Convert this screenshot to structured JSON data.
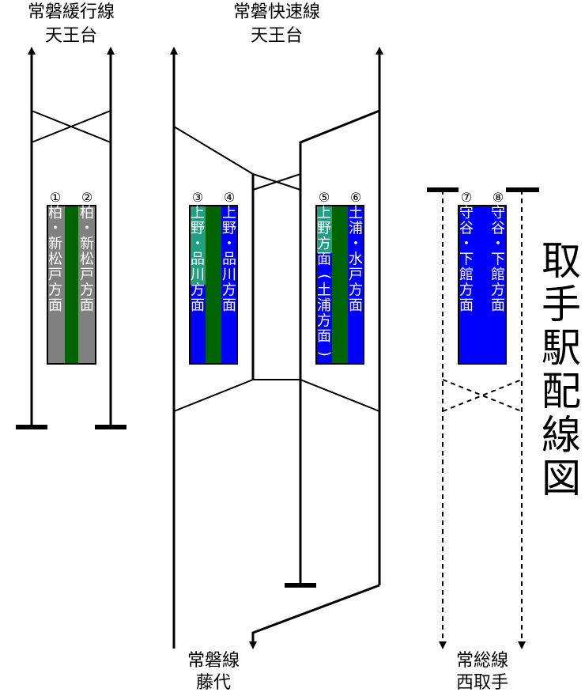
{
  "title": "取手駅配線図",
  "directions": {
    "slow_top": {
      "line1": "常磐緩行線",
      "line2": "天王台"
    },
    "rapid_top": {
      "line1": "常磐快速線",
      "line2": "天王台"
    },
    "joban_bottom": {
      "line1": "常磐線",
      "line2": "藤代"
    },
    "joso_bottom": {
      "line1": "常総線",
      "line2": "西取手"
    }
  },
  "platforms": [
    {
      "number": "①",
      "destination": "柏・新松戸方面",
      "color": "#808080"
    },
    {
      "number": "②",
      "destination": "柏・新松戸方面",
      "color": "#808080"
    },
    {
      "number": "③",
      "destination": "上野・品川方面",
      "color": "#20a080"
    },
    {
      "number": "④",
      "destination": "上野・品川方面",
      "color": "#0000ff"
    },
    {
      "number": "⑤",
      "destination": "上野方面(土浦方面)",
      "color": "#20a080"
    },
    {
      "number": "⑥",
      "destination": "土浦・水戸方面",
      "color": "#0000ff"
    },
    {
      "number": "⑦",
      "destination": "守谷・下館方面",
      "color": "#0000ff"
    },
    {
      "number": "⑧",
      "destination": "守谷・下館方面",
      "color": "#0000ff"
    }
  ],
  "colors": {
    "platform_island": "#006400",
    "track": "#000000"
  }
}
